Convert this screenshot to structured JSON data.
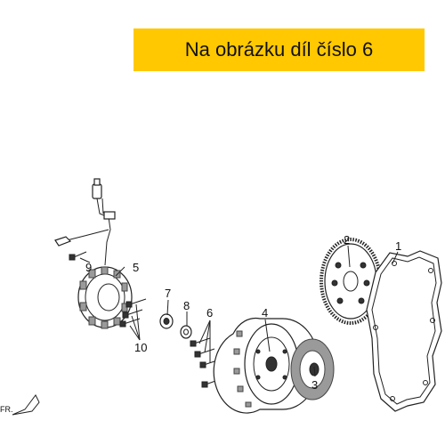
{
  "banner": {
    "text": "Na obrázku díl číslo 6",
    "color": "#ffc800"
  },
  "direction": {
    "label": "FR."
  },
  "callouts": [
    "1",
    "2",
    "3",
    "4",
    "5",
    "6",
    "7",
    "8",
    "9",
    "10"
  ]
}
